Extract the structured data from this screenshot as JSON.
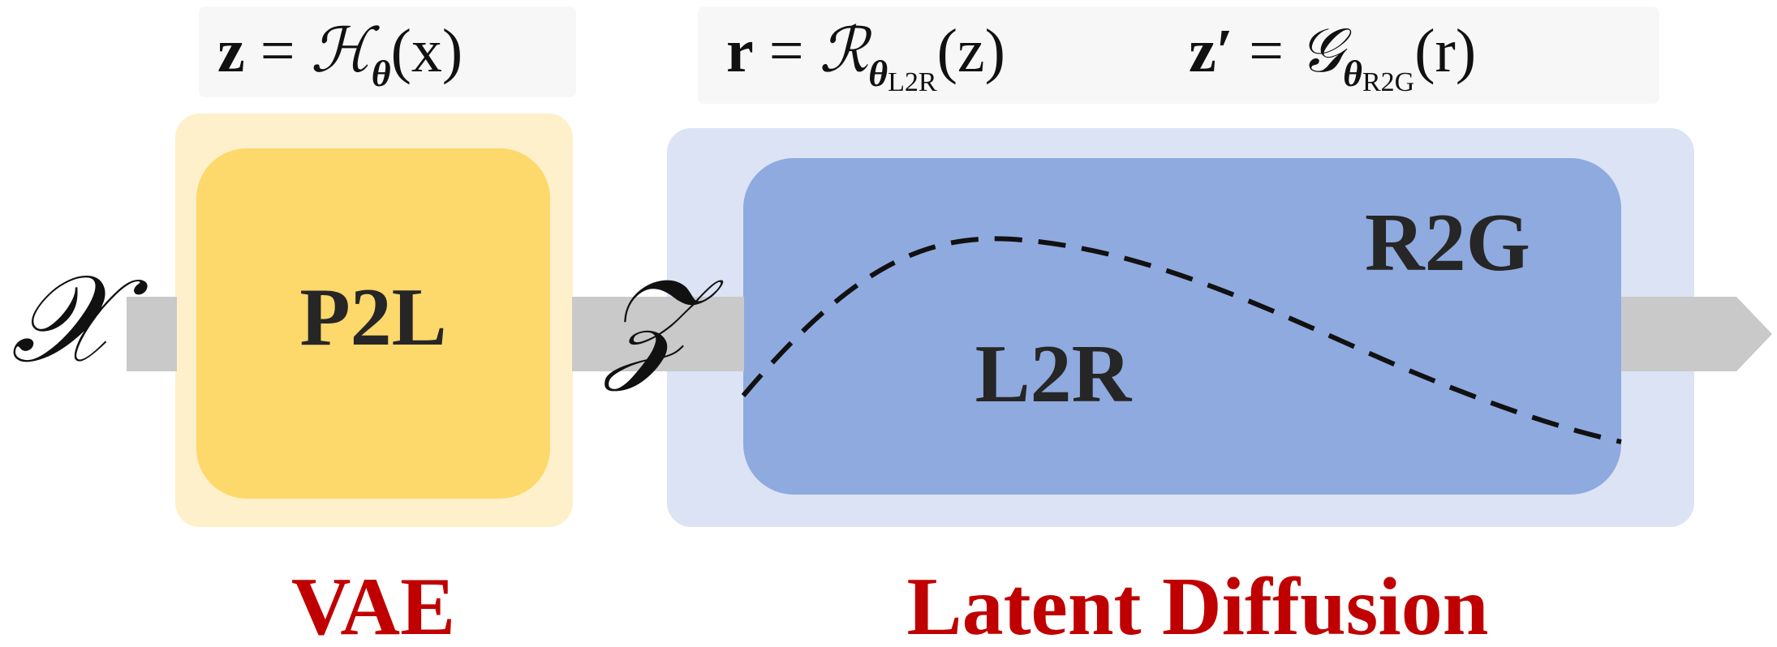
{
  "equations": {
    "encoder": {
      "lhs": "z",
      "eq": " = ",
      "op": "ℋ",
      "sub": "θ",
      "arg": "(x)"
    },
    "l2r": {
      "lhs": "r",
      "eq": " = ",
      "op": "ℛ",
      "sub": "θ",
      "subsub": "L2R",
      "arg": "(z)"
    },
    "r2g": {
      "lhs": "z′",
      "eq": " = ",
      "op": "𝒢",
      "sub": "θ",
      "subsub": "R2G",
      "arg": "(r)"
    }
  },
  "symbols": {
    "input": "𝒳",
    "latent": "𝒵"
  },
  "blocks": {
    "p2l": "P2L",
    "l2r": "L2R",
    "r2g": "R2G"
  },
  "groups": {
    "vae": "VAE",
    "latent_diffusion": "Latent Diffusion"
  },
  "colors": {
    "vae_outer": "#FEF0CA",
    "vae_inner": "#FDD86B",
    "ld_outer": "#DBE3F5",
    "ld_inner": "#8FAADF",
    "arrow": "#C9C9C9",
    "group_label": "#C00000",
    "block_text": "#262626",
    "equation_bg": "#F7F7F7"
  }
}
